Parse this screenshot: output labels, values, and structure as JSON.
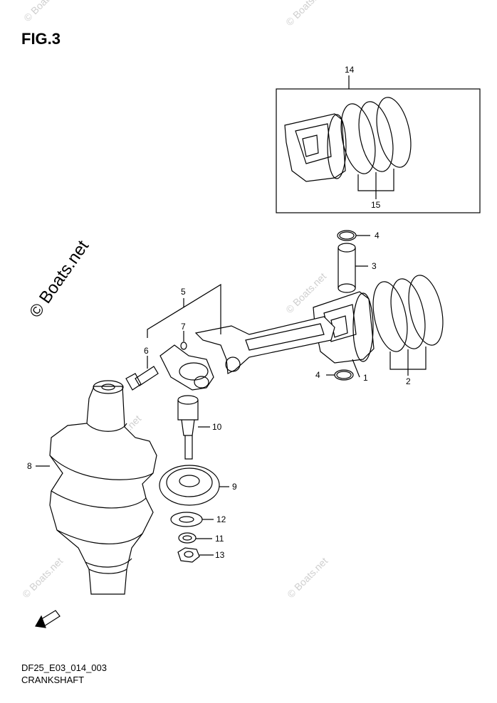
{
  "figure": {
    "title": "FIG.3",
    "code": "DF25_E03_014_003",
    "name": "CRANKSHAFT"
  },
  "watermark": {
    "main": "© Boats.net",
    "small": "© Boats.net"
  },
  "callouts": [
    {
      "id": "c1",
      "label": "1"
    },
    {
      "id": "c2",
      "label": "2"
    },
    {
      "id": "c3",
      "label": "3"
    },
    {
      "id": "c4a",
      "label": "4"
    },
    {
      "id": "c4b",
      "label": "4"
    },
    {
      "id": "c5",
      "label": "5"
    },
    {
      "id": "c6",
      "label": "6"
    },
    {
      "id": "c7",
      "label": "7"
    },
    {
      "id": "c8",
      "label": "8"
    },
    {
      "id": "c9",
      "label": "9"
    },
    {
      "id": "c10",
      "label": "10"
    },
    {
      "id": "c11",
      "label": "11"
    },
    {
      "id": "c12",
      "label": "12"
    },
    {
      "id": "c13",
      "label": "13"
    },
    {
      "id": "c14",
      "label": "14"
    },
    {
      "id": "c15",
      "label": "15"
    }
  ],
  "fwd_icon": "fwd-arrow-icon",
  "colors": {
    "line": "#000000",
    "fill": "#ffffff",
    "watermark": "#cfcfcf"
  }
}
